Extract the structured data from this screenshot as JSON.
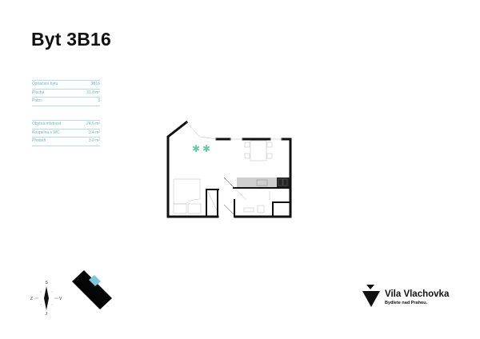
{
  "header": {
    "title": "Byt 3B16"
  },
  "info_table_1": {
    "rows": [
      {
        "label": "Označení bytu",
        "value": "3B16"
      },
      {
        "label": "Plocha",
        "value": "31.0 m²"
      },
      {
        "label": "Patro",
        "value": "3"
      }
    ]
  },
  "info_table_2": {
    "rows": [
      {
        "label": "Obytná místnost",
        "value": "24.6 m²"
      },
      {
        "label": "Koupelna s WC",
        "value": "3.4 m²"
      },
      {
        "label": "Předsíň",
        "value": "3.0 m²"
      }
    ]
  },
  "compass": {
    "north": "S",
    "west": "Z",
    "east": "V",
    "south": "J"
  },
  "brand": {
    "name": "Vila Vlachovka",
    "tagline": "Bydlete nad Prahou."
  },
  "colors": {
    "accent_text": "#6fb0c8",
    "plant_green": "#6cc7a4",
    "highlight_blue": "#7fc6dd",
    "wall": "#111111"
  }
}
